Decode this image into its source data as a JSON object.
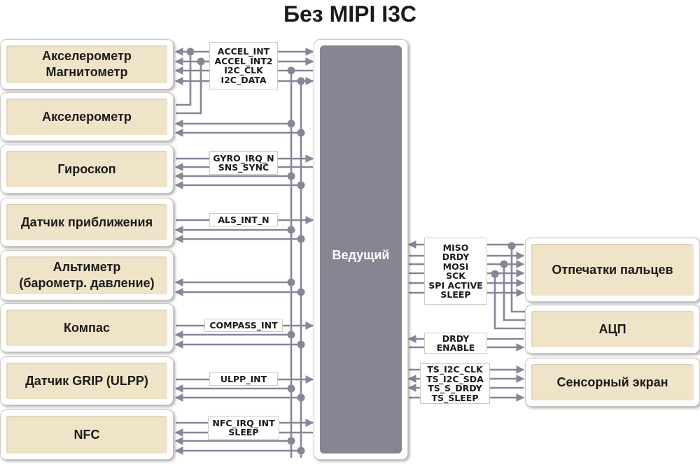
{
  "title": "Без MIPI I3C",
  "master": "Ведущий",
  "blocks": {
    "accel_mag": [
      "Акселерометр",
      "Магнитометр"
    ],
    "accel": "Акселерометр",
    "gyro": "Гироскоп",
    "proximity": "Датчик приближения",
    "altimeter": [
      "Альтиметр",
      "(барометр. давление)"
    ],
    "compass": "Компас",
    "grip": "Датчик GRIP (ULPP)",
    "nfc": "NFC",
    "fingerprint": "Отпечатки пальцев",
    "adc": "АЦП",
    "touchscreen": "Сенсорный экран"
  },
  "signals": {
    "accel_mag": [
      "ACCEL_INT",
      "ACCEL_INT2",
      "I2C_CLK",
      "I2C_DATA"
    ],
    "gyro": [
      "GYRO_IRQ_N",
      "SNS_SYNC"
    ],
    "proximity": [
      "ALS_INT_N"
    ],
    "compass": [
      "COMPASS_INT"
    ],
    "grip": [
      "ULPP_INT"
    ],
    "nfc": [
      "NFC_IRQ_INT",
      "SLEEP"
    ],
    "spi": [
      "MISO",
      "DRDY",
      "MOSI",
      "SCK",
      "SPI ACTIVE",
      "SLEEP"
    ],
    "adc": [
      "DRDY",
      "ENABLE"
    ],
    "ts": [
      "TS_I2C_CLK",
      "TS_I2C_SDA",
      "TS_S_DRDY",
      "TS_SLEEP"
    ]
  },
  "colors": {
    "wire": "#87859a",
    "master": "#878591",
    "block_fill": "#f0e4c8",
    "block_border": "#cfc9bf"
  }
}
